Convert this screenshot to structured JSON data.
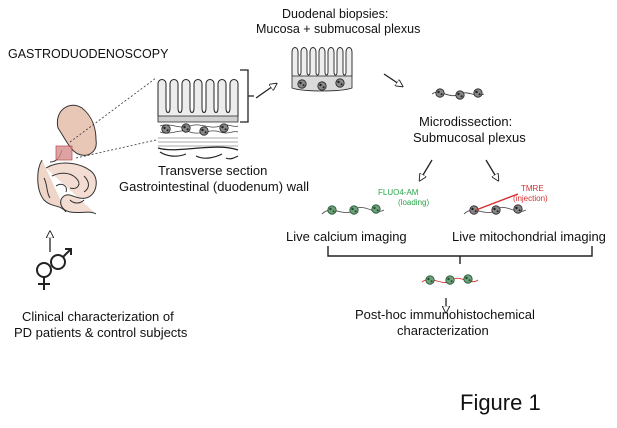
{
  "labels": {
    "gastro": "GASTRODUODENOSCOPY",
    "biopsy_line1": "Duodenal biopsies:",
    "biopsy_line2": "Mucosa + submucosal plexus",
    "microdissection_line1": "Microdissection:",
    "microdissection_line2": "Submucosal plexus",
    "transverse_line1": "Transverse section",
    "transverse_line2": "Gastrointestinal (duodenum) wall",
    "fluo_line1": "FLUO4-AM",
    "fluo_line2": "(loading)",
    "tmre_line1": "TMRE",
    "tmre_line2": "(injection)",
    "calcium": "Live calcium imaging",
    "mito": "Live mitochondrial imaging",
    "clinical_line1": "Clinical characterization of",
    "clinical_line2": "PD patients & control subjects",
    "posthoc_line1": "Post-hoc immunohistochemical",
    "posthoc_line2": "characterization",
    "figure": "Figure 1"
  },
  "icons": [
    "gender-symbols-icon",
    "intestine-icon",
    "stomach-icon"
  ],
  "colors": {
    "fluo": "#2aa84a",
    "tmre": "#d62f2f",
    "ganglion": "#3f8f55"
  }
}
